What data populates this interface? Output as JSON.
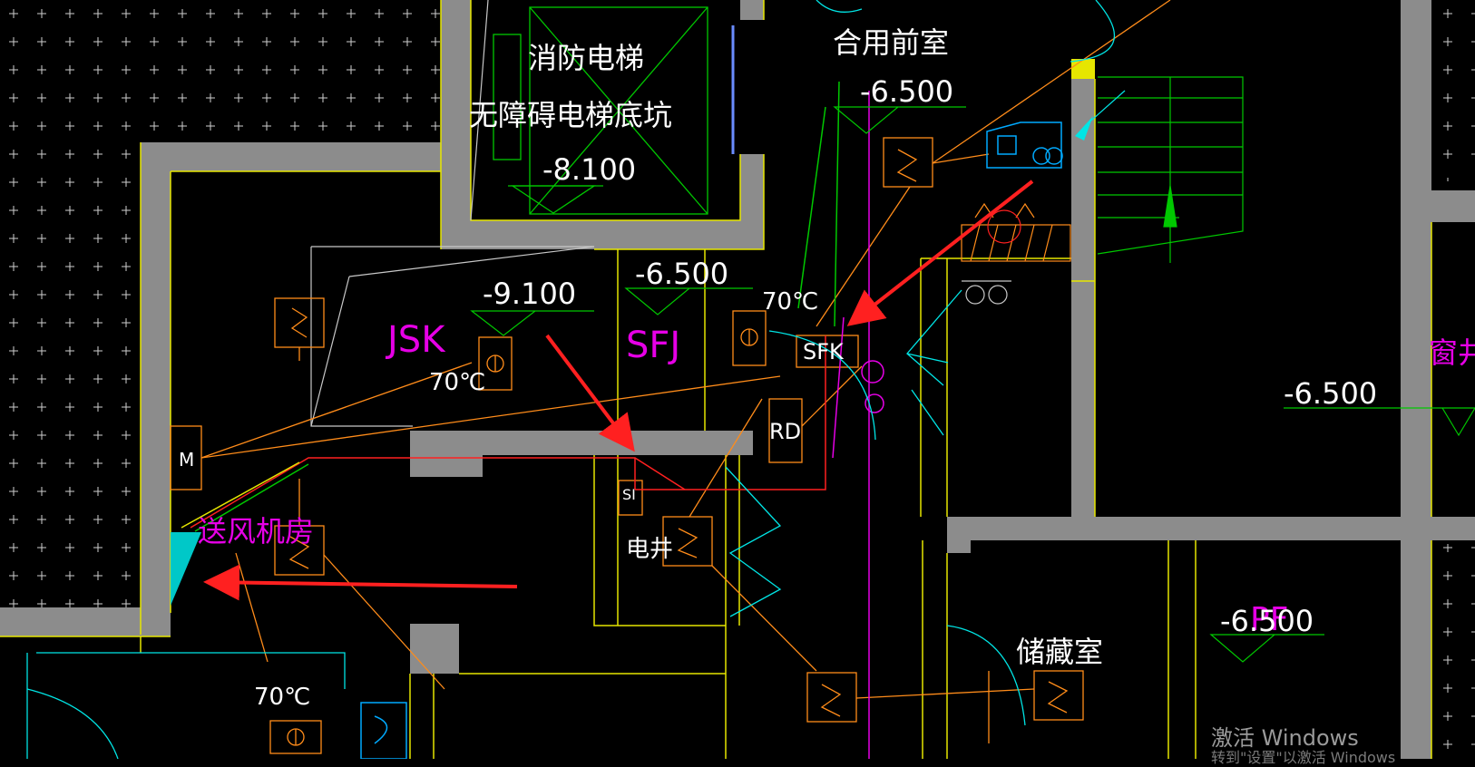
{
  "drawing": {
    "labels": {
      "fire_elevator": "消防电梯",
      "accessible_pit": "无障碍电梯底坑",
      "shared_lobby": "合用前室",
      "supply_fan_room": "送风机房",
      "electrical_shaft": "电井",
      "storage_room": "储藏室",
      "window_well": "窗井",
      "jsk": "JSK",
      "sfj": "SFJ",
      "sfk": "SFK",
      "rd": "RD",
      "m": "M",
      "si": "SI",
      "pf": "PF"
    },
    "levels": {
      "pit": "-8.100",
      "lobby": "-6.500",
      "jsk": "-9.100",
      "sfj": "-6.500",
      "right": "-6.500",
      "pf": "-6.500"
    },
    "temperatures": {
      "t1": "70℃",
      "t2": "70℃",
      "t3": "70℃"
    },
    "colors": {
      "wall": "#8c8c8c",
      "outline": "#e6e600",
      "duct_orange": "#ff8c1a",
      "magenta": "#e600e6",
      "green": "#00c800",
      "cyan": "#00e5e5",
      "red_arrow": "#ff2020"
    }
  },
  "watermark": {
    "line1": "激活 Windows",
    "line2": "转到\"设置\"以激活 Windows"
  }
}
